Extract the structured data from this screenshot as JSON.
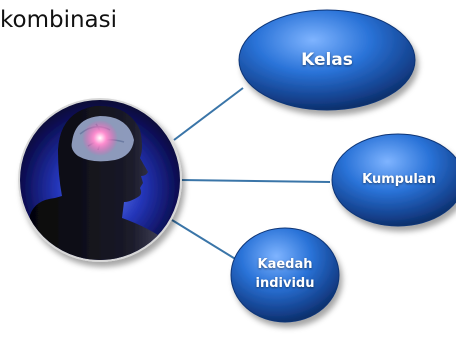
{
  "heading": "kombinasi",
  "nodes": {
    "kelas": "Kelas",
    "kumpulan": "Kumpulan",
    "kaedah": [
      "Kaedah",
      "individu"
    ]
  },
  "colors": {
    "node_fill": "#1f64c8",
    "node_highlight": "#7fb4ff",
    "connector": "#3a75a8",
    "image_border": "#d8d8d8"
  },
  "icons": {
    "center_image": "head-with-glowing-brain-icon"
  }
}
